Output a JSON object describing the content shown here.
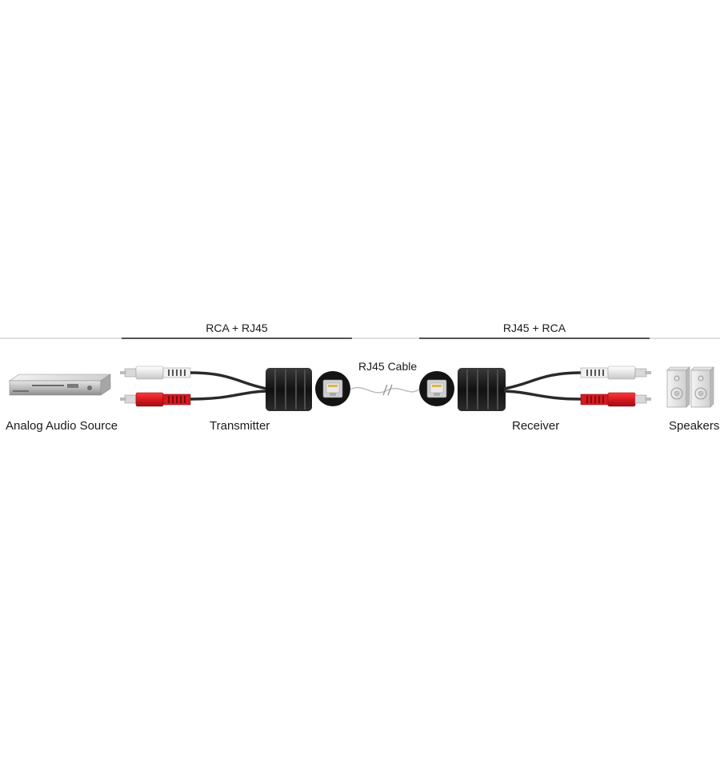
{
  "sections": {
    "transmitter_section": "RCA + RJ45",
    "receiver_section": "RJ45 + RCA"
  },
  "labels": {
    "source": "Analog Audio Source",
    "transmitter": "Transmitter",
    "cable": "RJ45 Cable",
    "receiver": "Receiver",
    "speakers": "Speakers"
  },
  "icons": {
    "source": "audio-player-icon",
    "white_plug": "rca-white-plug-icon",
    "red_plug": "rca-red-plug-icon",
    "balun": "balun-icon",
    "rj45": "rj45-jack-icon",
    "speakers": "speakers-icon"
  },
  "colors": {
    "rca_left": "#e8e8e8",
    "rca_right": "#d71920",
    "balun_body": "#1c1c1c",
    "rule": "#555555"
  }
}
